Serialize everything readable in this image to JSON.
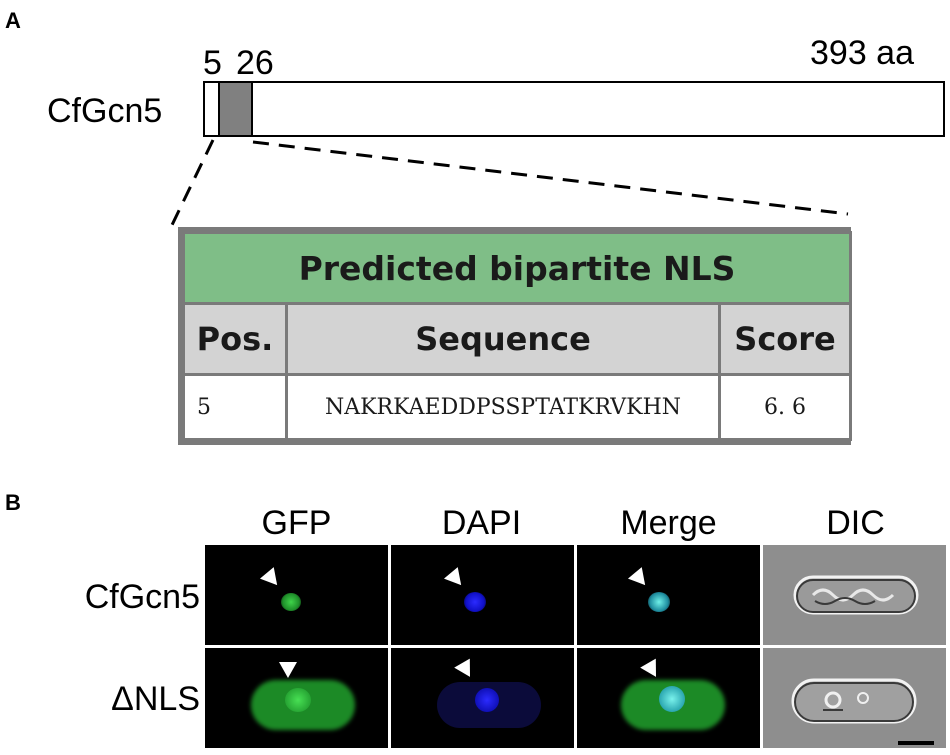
{
  "panel_a": {
    "letter": "A",
    "protein_name": "CfGcn5",
    "pos_start": "5",
    "pos_end": "26",
    "length_label": "393 aa",
    "table": {
      "title": "Predicted bipartite NLS",
      "headers": [
        "Pos.",
        "Sequence",
        "Score"
      ],
      "row": [
        "5",
        "NAKRKAEDDPSSPTATKRVKHN",
        "6. 6"
      ]
    }
  },
  "panel_b": {
    "letter": "B",
    "columns": [
      "GFP",
      "DAPI",
      "Merge",
      "DIC"
    ],
    "rows": [
      "CfGcn5",
      "ΔNLS"
    ]
  },
  "colors": {
    "gfp": "#2fae3b",
    "dapi": "#1a1aff",
    "merge_center": "#4fd6d0",
    "table_title_bg": "#7fbe87",
    "table_header_bg": "#d3d3d3",
    "nls_region": "#808080"
  }
}
